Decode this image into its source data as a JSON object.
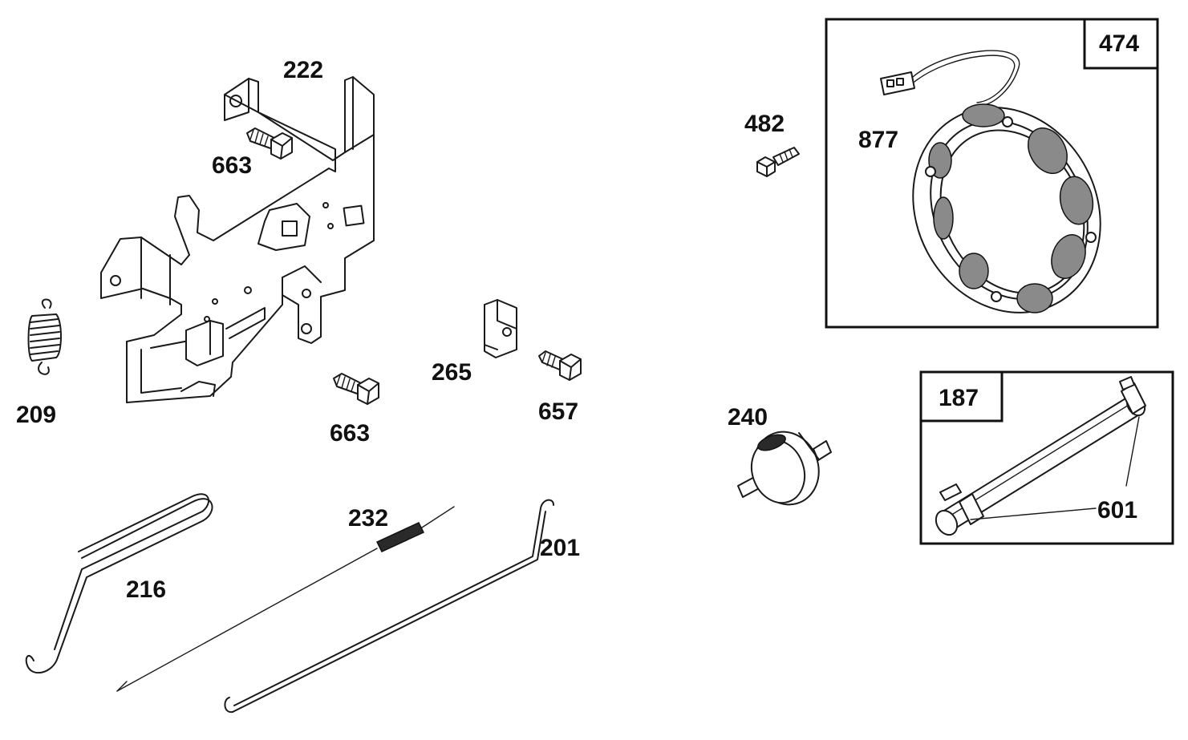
{
  "parts": {
    "p222": "222",
    "p663a": "663",
    "p663b": "663",
    "p209": "209",
    "p265": "265",
    "p657": "657",
    "p216": "216",
    "p232": "232",
    "p201": "201",
    "p482": "482",
    "p877": "877",
    "p474": "474",
    "p240": "240",
    "p187": "187",
    "p601": "601"
  }
}
